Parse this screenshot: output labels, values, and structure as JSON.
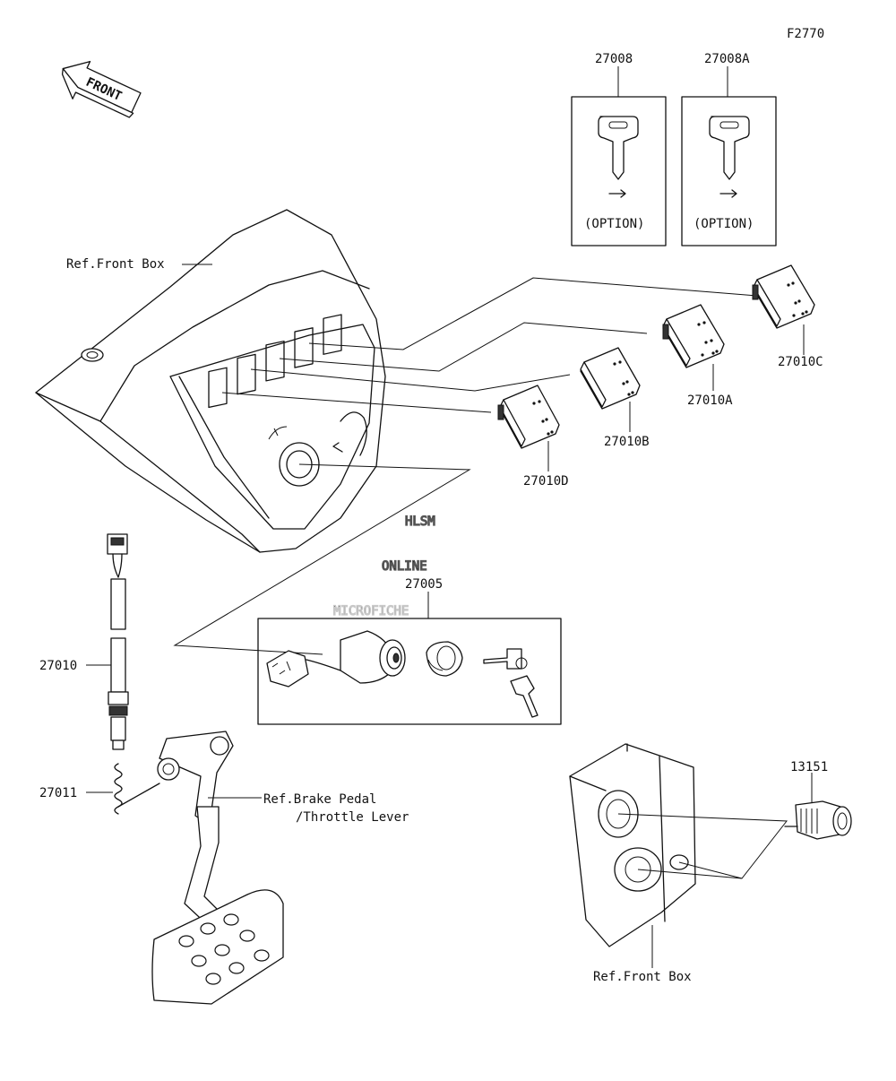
{
  "figure_code": "F2770",
  "direction_arrow": {
    "label": "FRONT",
    "icon": "front-arrow-icon"
  },
  "callouts": {
    "key_27008": "27008",
    "key_27008A": "27008A",
    "key_option_1": "(OPTION)",
    "key_option_2": "(OPTION)",
    "ref_front_box_top": "Ref.Front Box",
    "switch_27010C": "27010C",
    "switch_27010A": "27010A",
    "switch_27010B": "27010B",
    "switch_27010D": "27010D",
    "ignition_27005": "27005",
    "switch_27010": "27010",
    "spring_27011": "27011",
    "ref_brake_line1": "Ref.Brake Pedal",
    "ref_brake_line2": "/Throttle Lever",
    "socket_13151": "13151",
    "ref_front_box_bottom": "Ref.Front Box"
  },
  "watermark": {
    "line1": "HLSM",
    "line2": "ONLINE",
    "line3": "MICROFICHE"
  }
}
